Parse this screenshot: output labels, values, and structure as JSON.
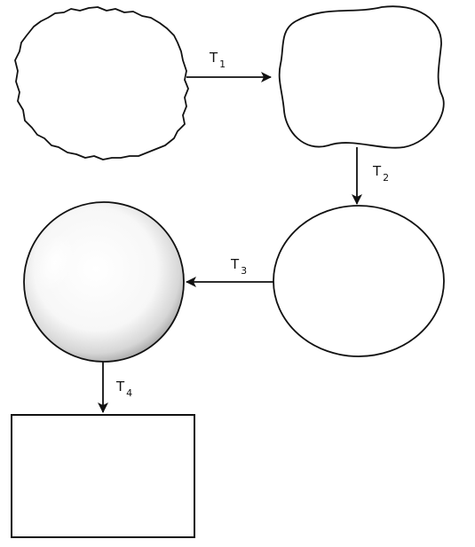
{
  "diagram": {
    "transitions": [
      {
        "id": "t1",
        "letter": "T",
        "index": "1"
      },
      {
        "id": "t2",
        "letter": "T",
        "index": "2"
      },
      {
        "id": "t3",
        "letter": "T",
        "index": "3"
      },
      {
        "id": "t4",
        "letter": "T",
        "index": "4"
      }
    ],
    "colors": {
      "stroke": "#111111",
      "fill": "#ffffff",
      "sphere_shade": "#9a9a9a"
    }
  }
}
